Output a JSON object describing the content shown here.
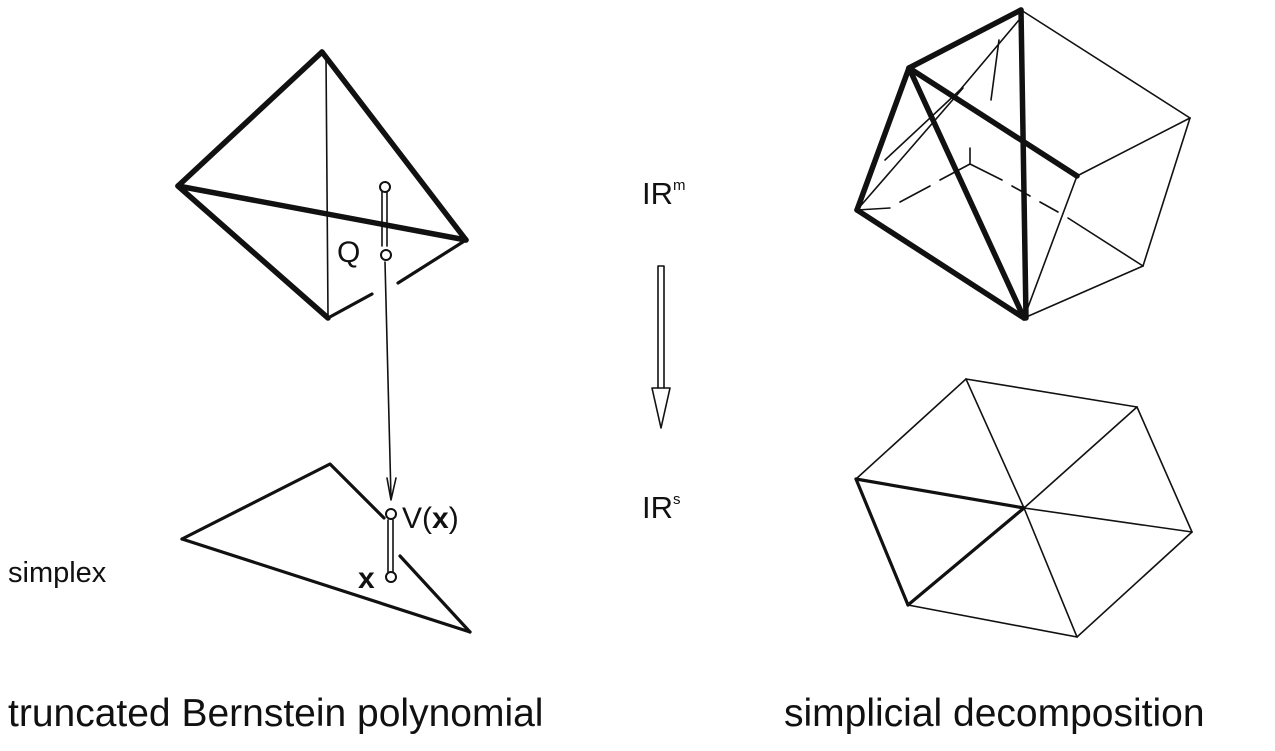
{
  "labels": {
    "Q": "Q",
    "V_prefix": "V(",
    "V_bold": "x",
    "V_suffix": ")",
    "x": "x",
    "simplex": "simplex",
    "space_top_base": "IR",
    "space_top_sup": "m",
    "space_bottom_base": "IR",
    "space_bottom_sup": "s"
  },
  "captions": {
    "left": "truncated Bernstein polynomial",
    "right": "simplicial decomposition"
  }
}
